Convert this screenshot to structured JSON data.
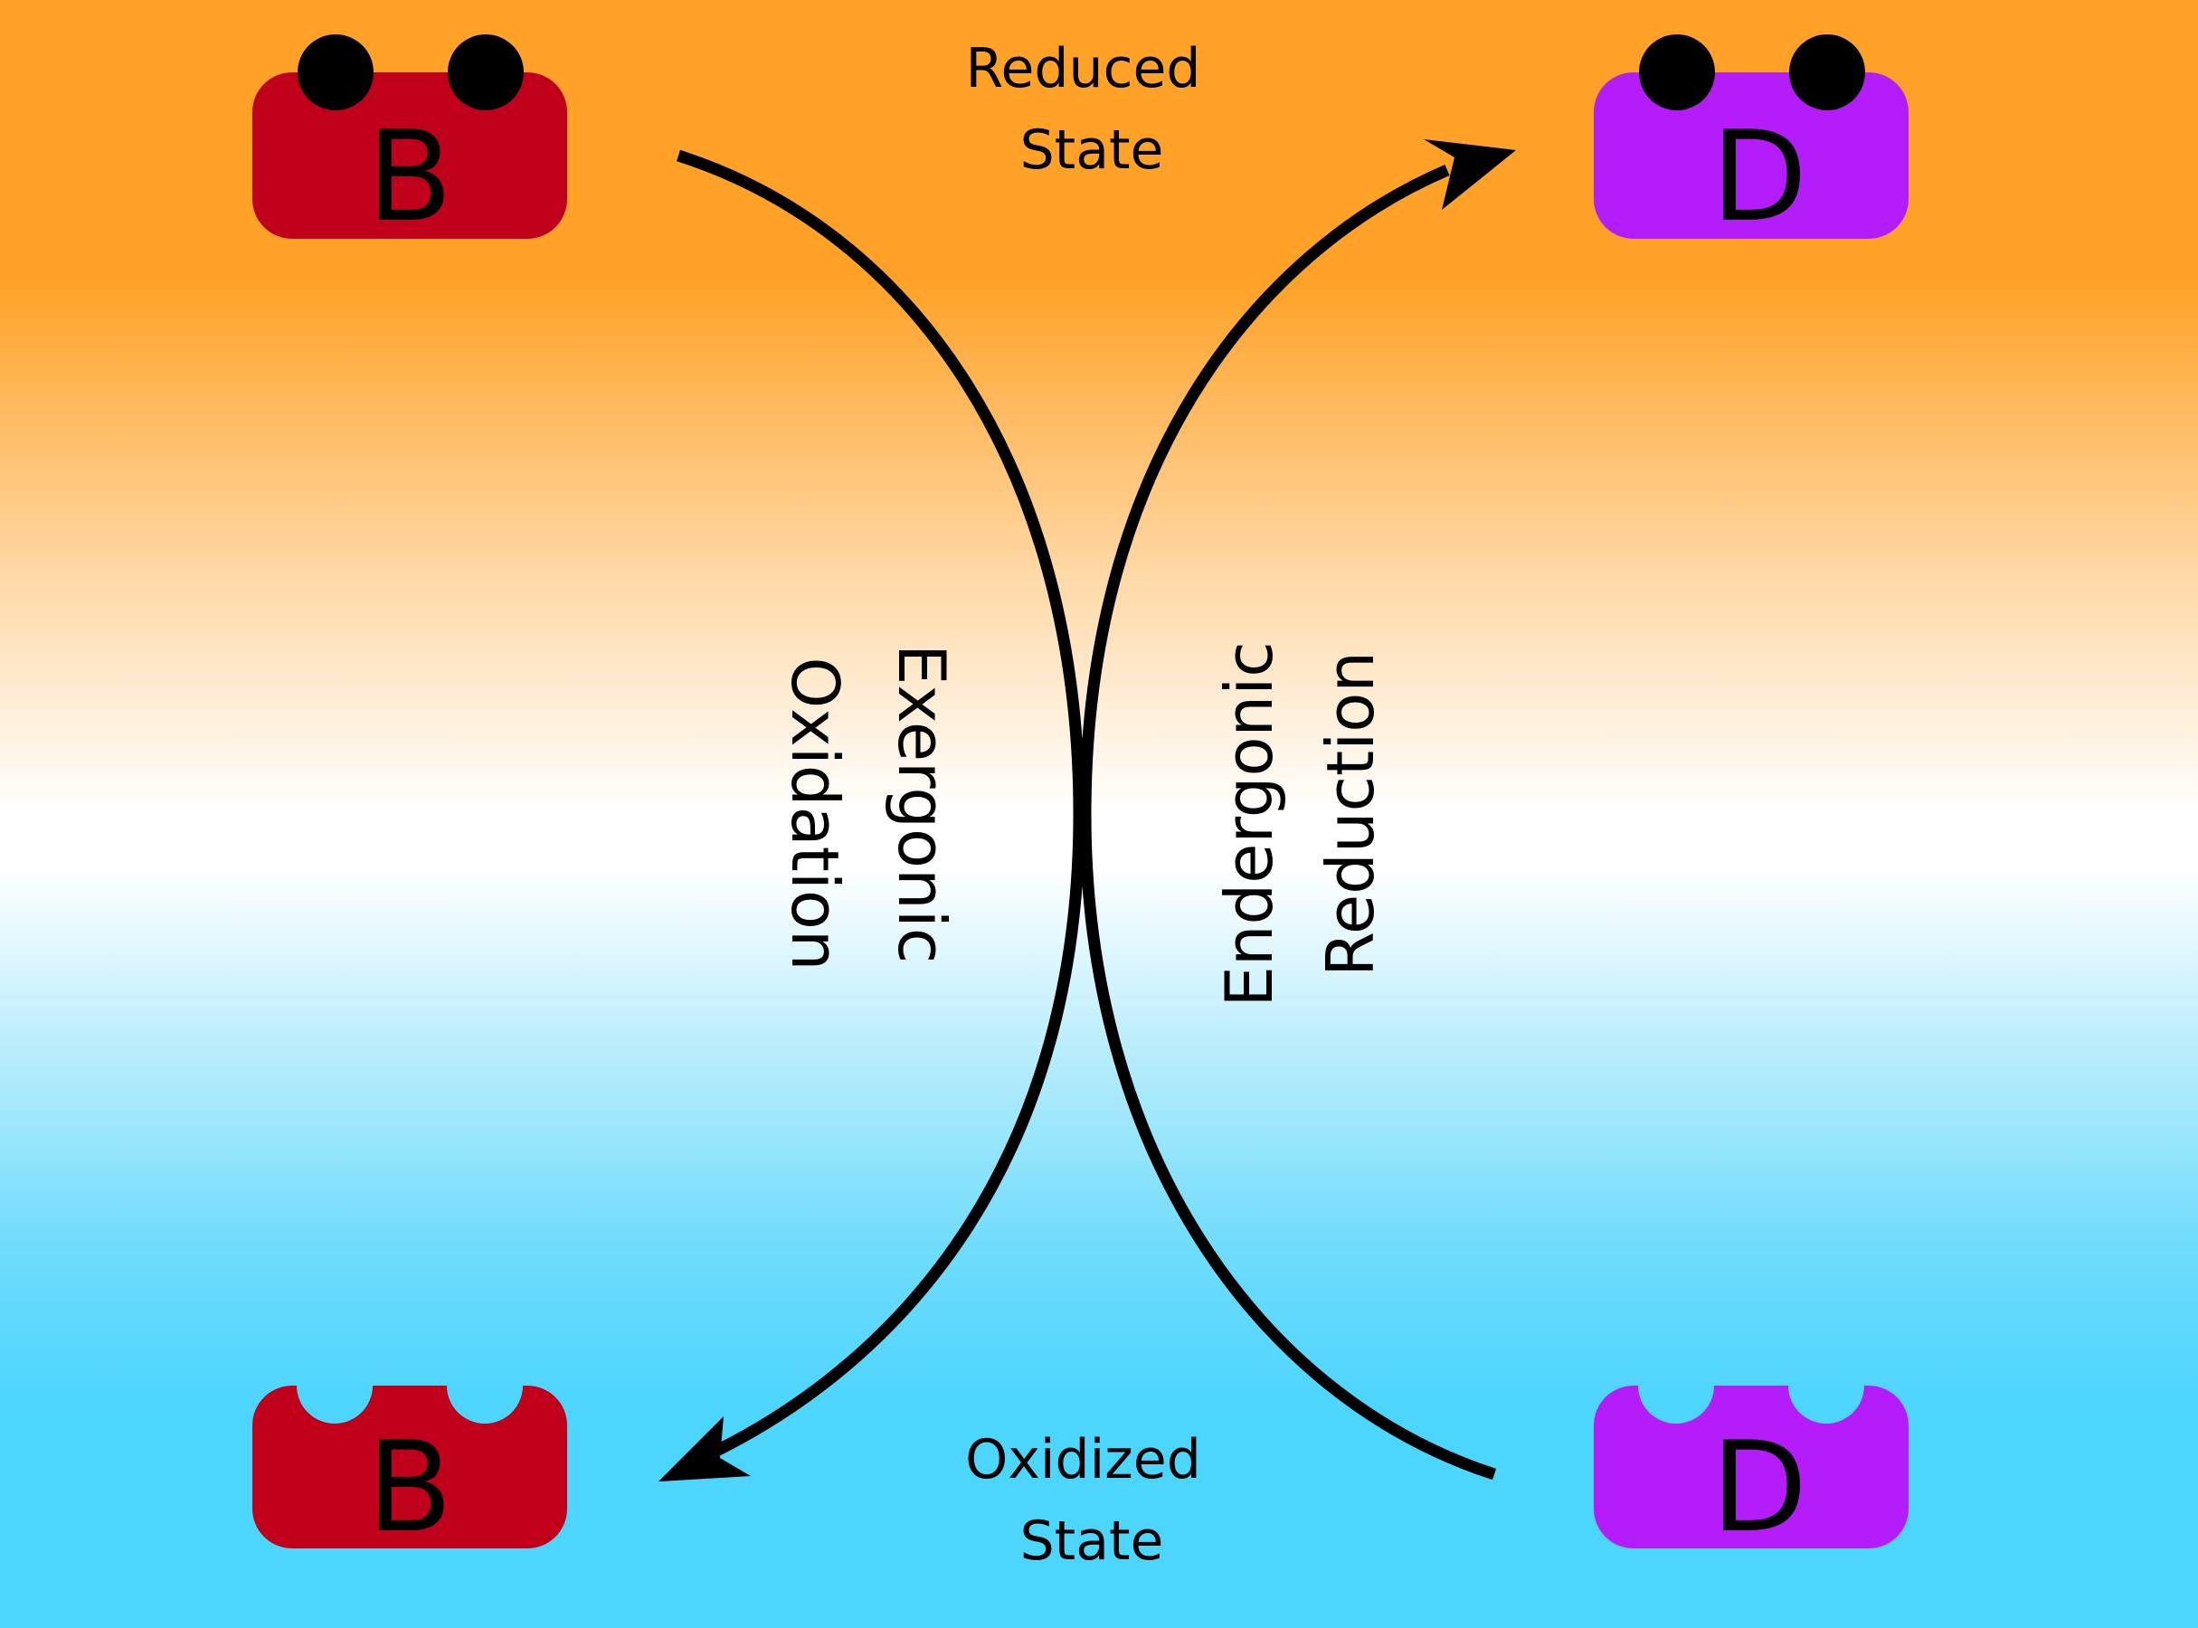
{
  "molecules": {
    "b_reduced": {
      "letter": "B",
      "color": "#c0001b"
    },
    "d_reduced": {
      "letter": "D",
      "color": "#b41cfa"
    },
    "b_oxidized": {
      "letter": "B",
      "color": "#c0001b"
    },
    "d_oxidized": {
      "letter": "D",
      "color": "#b41cfa"
    }
  },
  "labels": {
    "reduced_state": [
      "Reduced",
      "State"
    ],
    "oxidized_state": [
      "Oxidized",
      "State"
    ],
    "exergonic_oxidation": [
      "Exergonic",
      "Oxidation"
    ],
    "endergonic_reduction": [
      "Endergonic",
      "Reduction"
    ]
  },
  "colors": {
    "reduced_background": "#ffa227",
    "oxidized_background": "#4cd5fd",
    "electron": "#000000",
    "arrow": "#000000"
  },
  "icons": {
    "electron": "filled-circle",
    "vacancy": "notch"
  }
}
